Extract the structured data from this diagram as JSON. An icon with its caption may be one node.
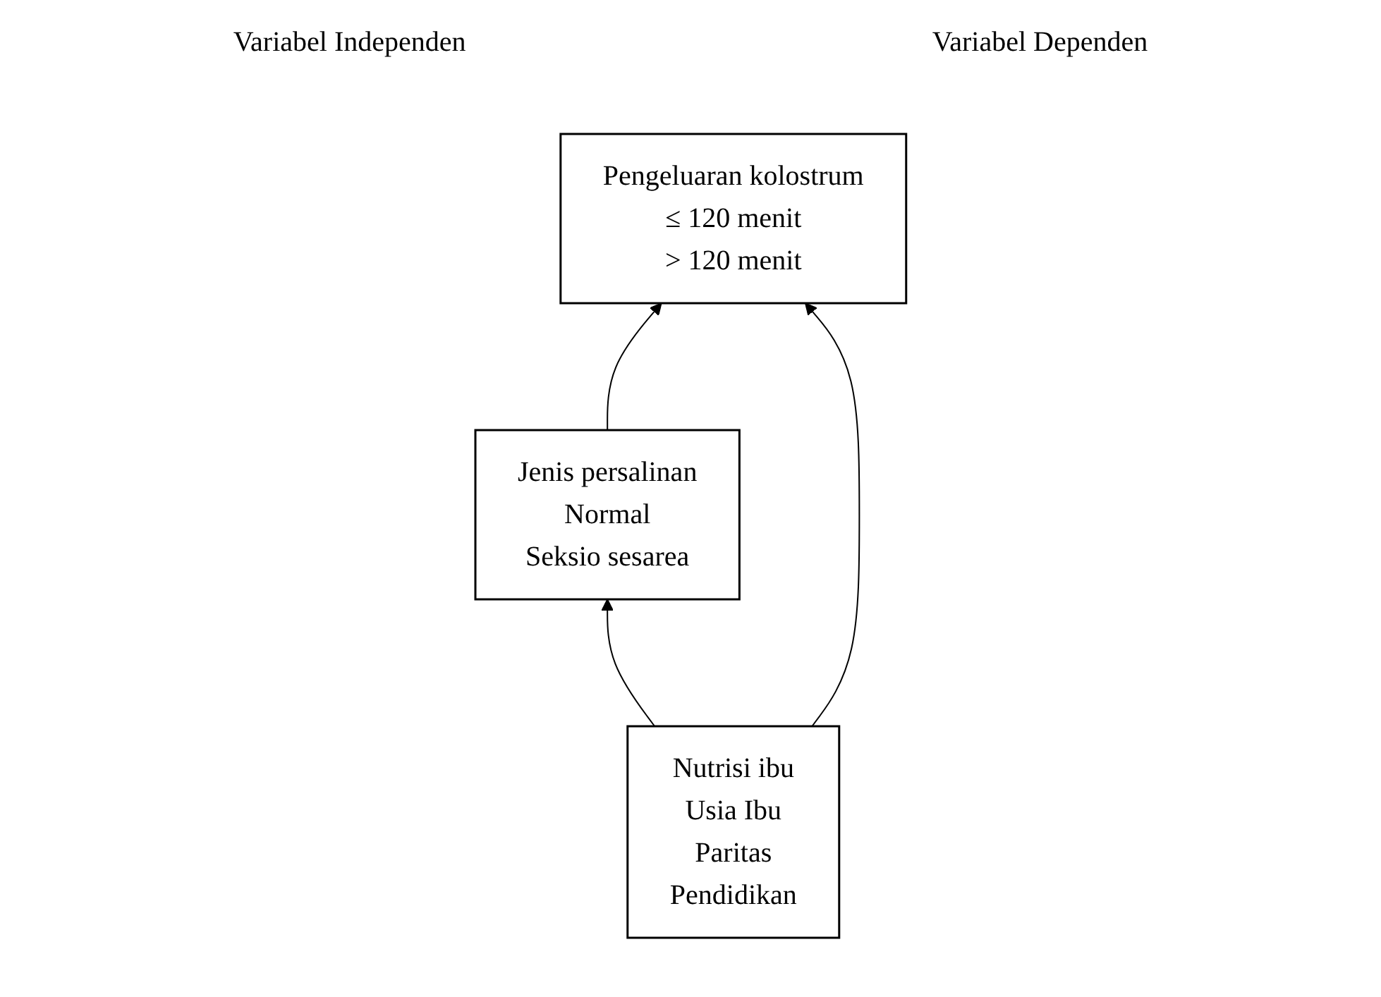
{
  "diagram": {
    "nodes": [
      {
        "text": [
          "Jenis persalinan",
          "Normal",
          "Seksio sesarea"
        ]
      },
      {
        "text": [
          "Pengeluaran kolostrum",
          "≤ 120 menit",
          "> 120 menit"
        ]
      },
      {
        "text": [
          "Nutrisi ibu",
          "Usia Ibu",
          "Paritas",
          "Pendidikan"
        ]
      }
    ],
    "edges": [
      {
        "from": 0,
        "to": 1,
        "arrow": "to"
      },
      {
        "from": 2,
        "to": 0,
        "arrow": "to"
      },
      {
        "from": 2,
        "to": 1,
        "arrow": "to"
      }
    ],
    "labels": [
      "Variabel Independen",
      "Variabel Dependen"
    ]
  }
}
